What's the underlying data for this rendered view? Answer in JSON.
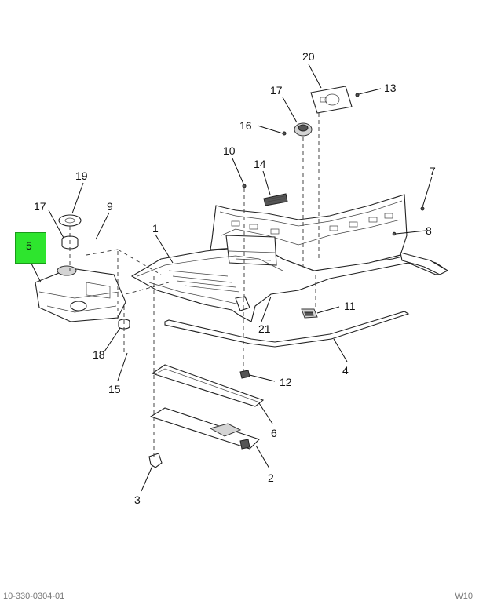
{
  "highlighted_callout": "5",
  "highlight_color": "#2ee52e",
  "callouts": [
    {
      "id": "c1",
      "text": "1"
    },
    {
      "id": "c2",
      "text": "2"
    },
    {
      "id": "c3",
      "text": "3"
    },
    {
      "id": "c4",
      "text": "4"
    },
    {
      "id": "c6",
      "text": "6"
    },
    {
      "id": "c7",
      "text": "7"
    },
    {
      "id": "c8",
      "text": "8"
    },
    {
      "id": "c9",
      "text": "9"
    },
    {
      "id": "c10",
      "text": "10"
    },
    {
      "id": "c11",
      "text": "11"
    },
    {
      "id": "c12",
      "text": "12"
    },
    {
      "id": "c13",
      "text": "13"
    },
    {
      "id": "c14",
      "text": "14"
    },
    {
      "id": "c15",
      "text": "15"
    },
    {
      "id": "c16",
      "text": "16"
    },
    {
      "id": "c17a",
      "text": "17"
    },
    {
      "id": "c17b",
      "text": "17"
    },
    {
      "id": "c18",
      "text": "18"
    },
    {
      "id": "c19",
      "text": "19"
    },
    {
      "id": "c20",
      "text": "20"
    },
    {
      "id": "c21",
      "text": "21"
    }
  ],
  "footer": {
    "left_code": "10-330-0304-01",
    "right_code": "W10"
  }
}
